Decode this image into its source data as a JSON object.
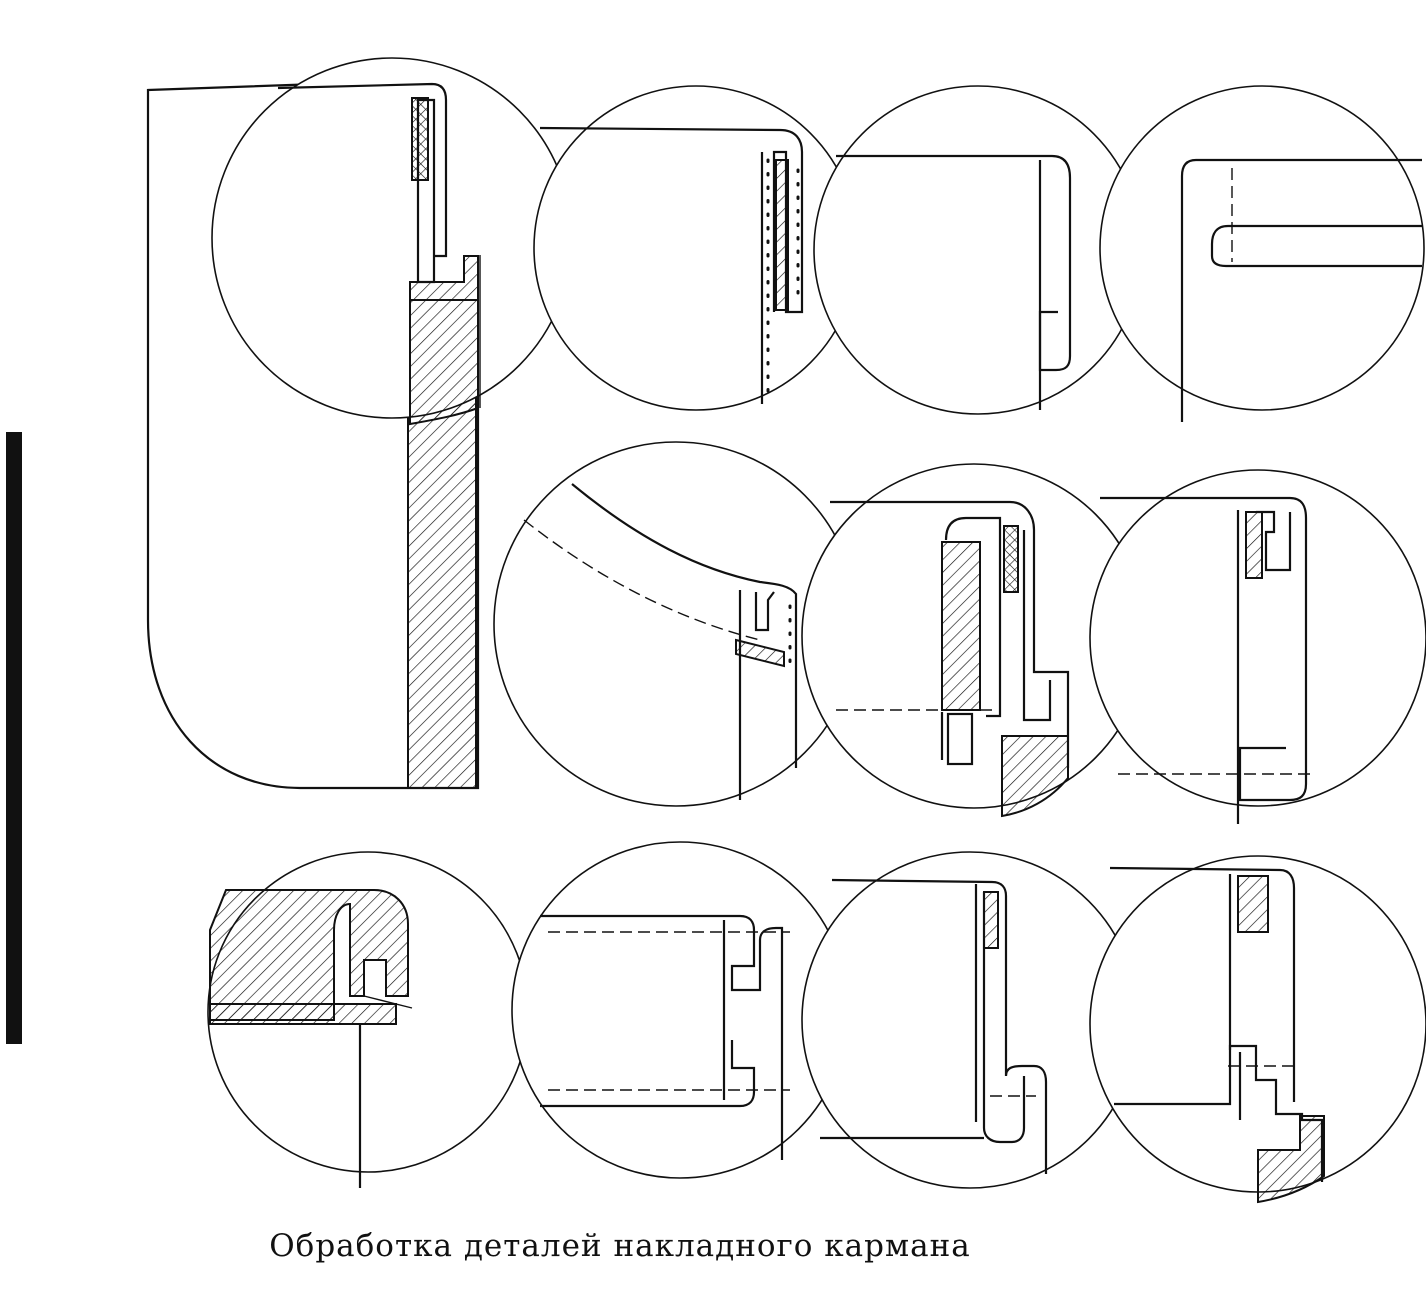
{
  "caption": "Обработка деталей накладного кармана",
  "colors": {
    "line": "#111111",
    "background": "#ffffff"
  },
  "figure": {
    "type": "technical-sewing-diagram",
    "detail_views": [
      "pocket-with-flap-overview",
      "detail-1",
      "detail-2",
      "detail-3",
      "detail-4",
      "detail-5",
      "detail-6",
      "detail-7",
      "detail-8",
      "detail-9",
      "detail-10",
      "detail-11"
    ]
  }
}
